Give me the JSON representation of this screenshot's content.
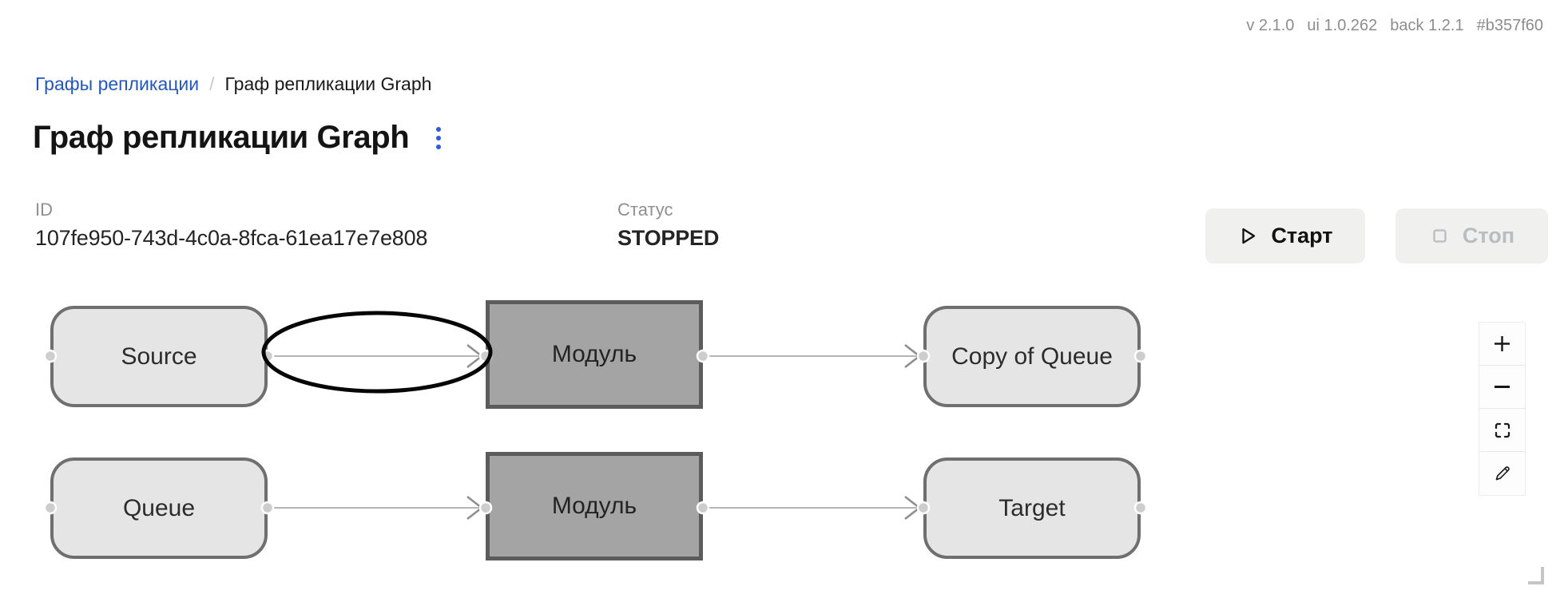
{
  "version_bar": {
    "app": "v 2.1.0",
    "ui": "ui 1.0.262",
    "back": "back 1.2.1",
    "commit": "#b357f60"
  },
  "breadcrumb": {
    "parent": "Графы репликации",
    "separator": "/",
    "current": "Граф репликации Graph"
  },
  "header": {
    "title": "Граф репликации Graph",
    "menu_icon": "kebab-menu-icon"
  },
  "meta": {
    "id_label": "ID",
    "id_value": "107fe950-743d-4c0a-8fca-61ea17e7e808",
    "status_label": "Статус",
    "status_value": "STOPPED"
  },
  "actions": {
    "start_label": "Старт",
    "start_icon": "play-icon",
    "stop_label": "Стоп",
    "stop_icon": "stop-square-icon",
    "stop_disabled": true
  },
  "graph": {
    "nodes": [
      {
        "label": "Source",
        "shape": "rounded",
        "tone": "light"
      },
      {
        "label": "Модуль",
        "shape": "rect",
        "tone": "dark"
      },
      {
        "label": "Copy of Queue",
        "shape": "rounded",
        "tone": "light"
      },
      {
        "label": "Queue",
        "shape": "rounded",
        "tone": "light"
      },
      {
        "label": "Модуль",
        "shape": "rect",
        "tone": "dark"
      },
      {
        "label": "Target",
        "shape": "rounded",
        "tone": "light"
      }
    ],
    "edges": [
      {
        "from": "Source",
        "to": "Модуль"
      },
      {
        "from": "Модуль",
        "to": "Copy of Queue"
      },
      {
        "from": "Queue",
        "to": "Модуль"
      },
      {
        "from": "Модуль",
        "to": "Target"
      }
    ],
    "annotation": {
      "type": "ellipse",
      "target": "edge Source → Модуль",
      "color": "#000000"
    }
  },
  "zoom_toolbar": {
    "items": [
      "zoom-in",
      "zoom-out",
      "fit-view",
      "edit"
    ]
  },
  "colors": {
    "link_blue": "#2257be",
    "accent_blue": "#2b5cd9",
    "node_light": "#e5e5e5",
    "node_dark": "#a4a4a4",
    "node_border": "#6f6f6f",
    "button_bg": "#f0f0ef",
    "disabled_text": "#b9bdc2",
    "muted_text": "#8d8d8d",
    "status_stopped_text": "#242424"
  }
}
